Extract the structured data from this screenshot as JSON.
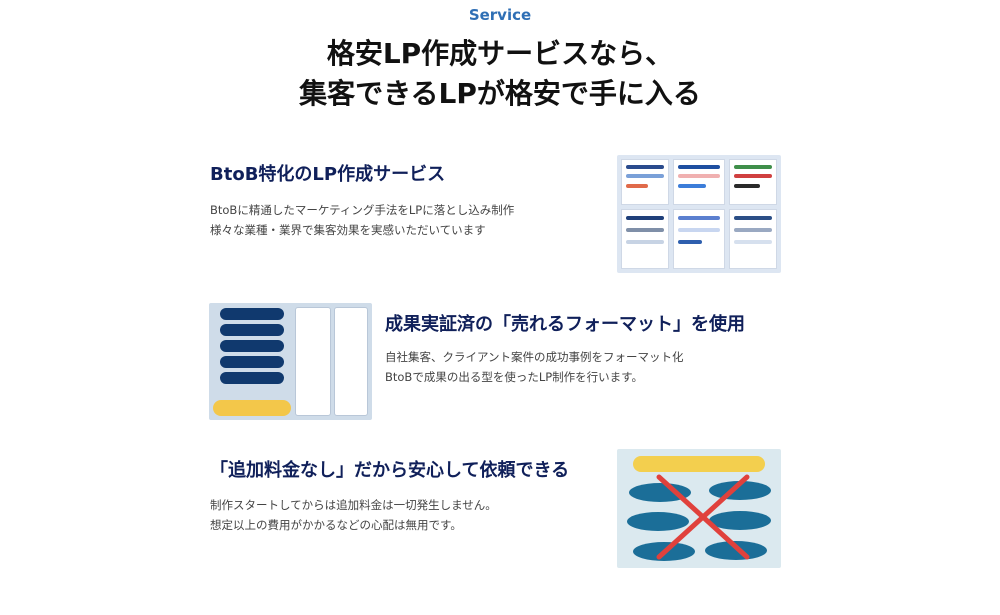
{
  "section": {
    "eyebrow": "Service",
    "headline_line1": "格安LP作成サービスなら、",
    "headline_line2": "集客できるLPが格安で手に入る"
  },
  "blocks": [
    {
      "title": "BtoB特化のLP作成サービス",
      "desc_line1": "BtoBに精通したマーケティング手法をLPに落とし込み制作",
      "desc_line2": "様々な業種・業界で集客効果を実感いただいています",
      "image_icon": "lp-collage-image"
    },
    {
      "title": "成果実証済の「売れるフォーマット」を使用",
      "desc_line1": "自社集客、クライアント案件の成功事例をフォーマット化",
      "desc_line2": "BtoBで成果の出る型を使ったLP制作を行います。",
      "image_icon": "format-steps-image"
    },
    {
      "title": "「追加料金なし」だから安心して依頼できる",
      "desc_line1": "制作スタートしてからは追加料金は一切発生しません。",
      "desc_line2": "想定以上の費用がかかるなどの心配は無用です。",
      "image_icon": "no-extra-fee-image"
    }
  ],
  "colors": {
    "accent": "#2f6fb5",
    "title_navy": "#10205a",
    "cross_red": "#e0413c",
    "oval_blue": "#1b6e98",
    "pill_navy": "#10396e",
    "highlight_yellow": "#f3c74a"
  }
}
